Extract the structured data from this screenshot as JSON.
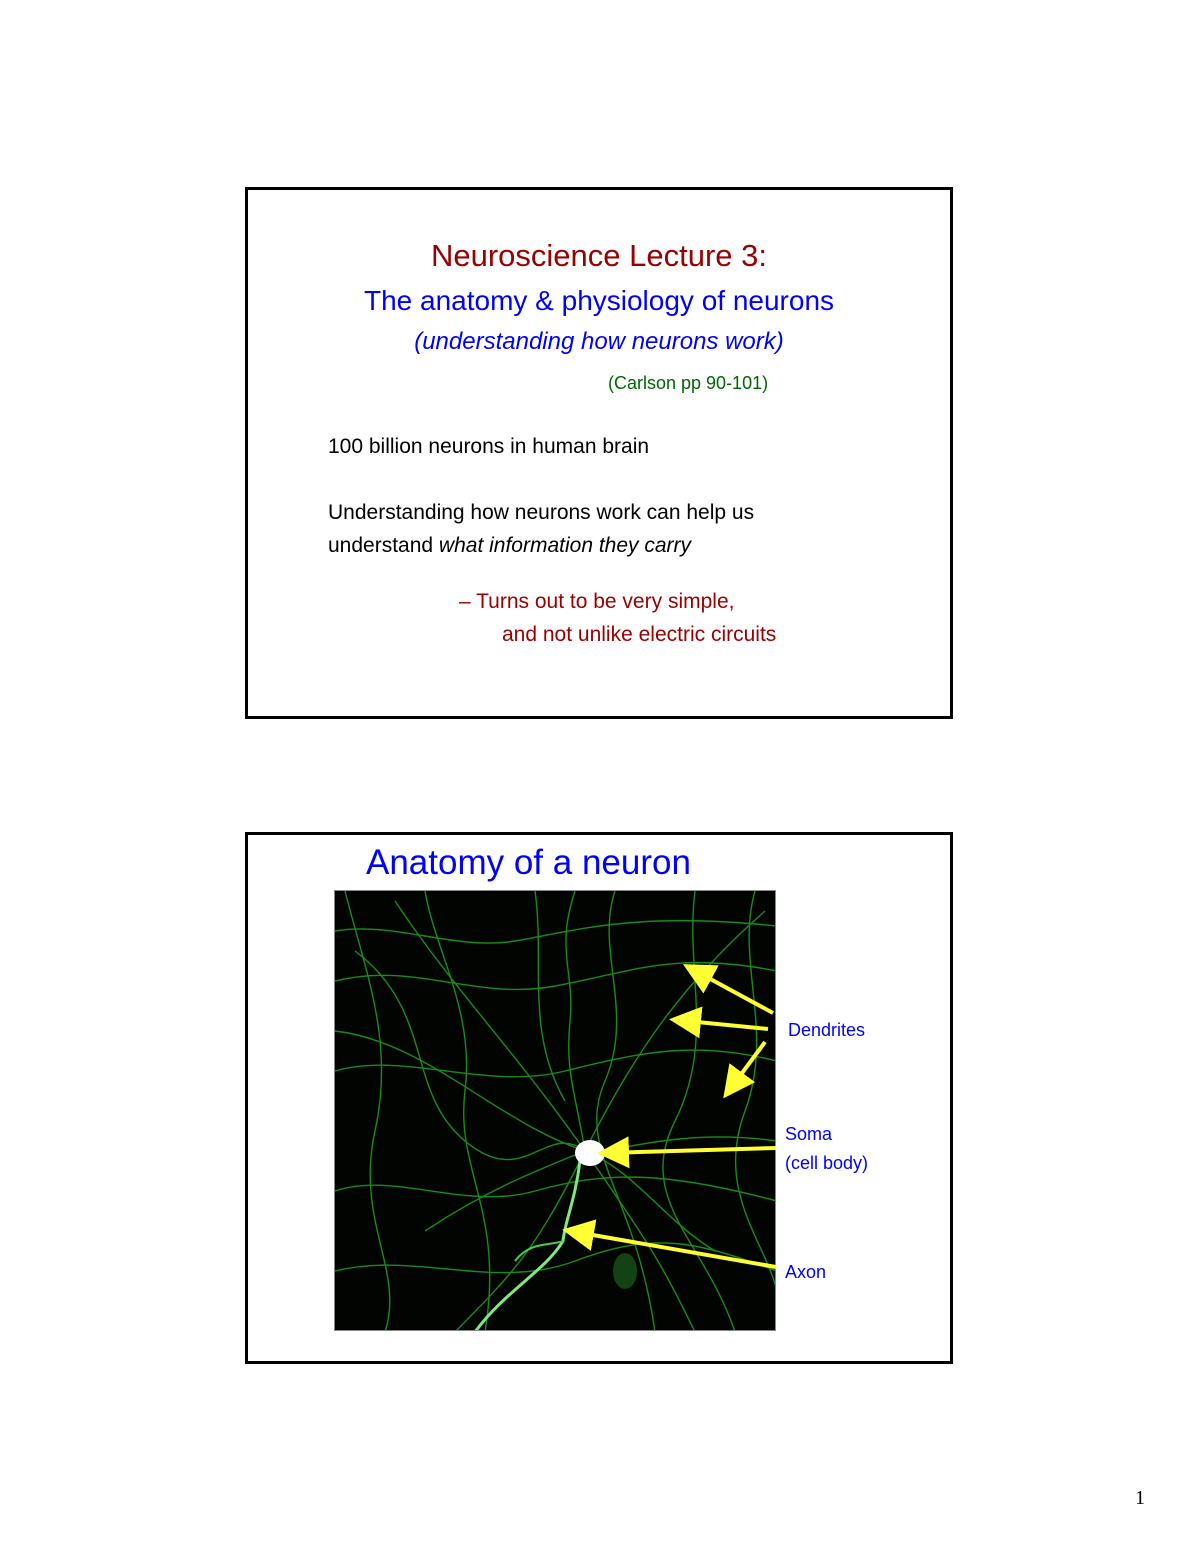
{
  "page": {
    "number": "1"
  },
  "slide1": {
    "title": "Neuroscience Lecture 3:",
    "subtitle": "The anatomy & physiology of neurons",
    "subtitle_italic": "(understanding how neurons work)",
    "reference": "(Carlson pp 90-101)",
    "fact": "100 billion neurons in human brain",
    "para_line1": "Understanding how neurons work can help us",
    "para_line2_plain": "understand ",
    "para_line2_italic": "what information they carry",
    "conclusion_line1": "– Turns out to be very simple,",
    "conclusion_line2": "and not unlike electric circuits",
    "colors": {
      "title": "#990000",
      "subtitle": "#0000ff",
      "reference": "#006600",
      "conclusion": "#990000"
    }
  },
  "slide2": {
    "title": "Anatomy of a neuron",
    "image": {
      "description": "fluorescence micrograph of a neuron with green dendrites on black background",
      "bg": "#020402",
      "stain": "#22bb22"
    },
    "labels": {
      "dendrites": "Dendrites",
      "soma_line1": "Soma",
      "soma_line2": "(cell body)",
      "axon": "Axon"
    },
    "arrow_color": "#ffff33",
    "label_color": "#0000ff"
  }
}
